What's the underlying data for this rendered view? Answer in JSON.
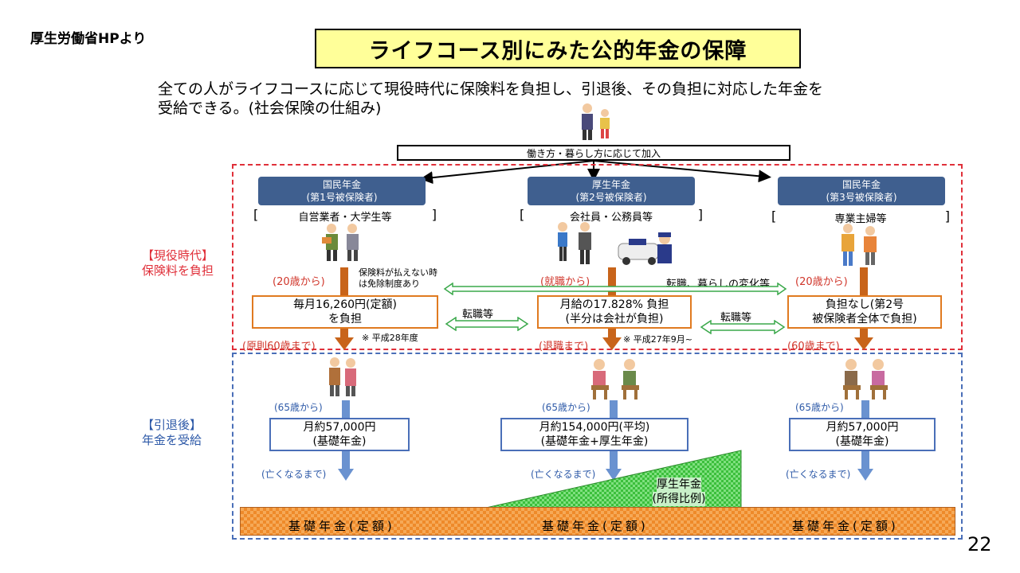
{
  "source_note": "厚生労働省HPより",
  "title": "ライフコース別にみた公的年金の保障",
  "intro": {
    "line1": "全ての人がライフコースに応じて現役時代に保険料を負担し、引退後、その負担に対応した年金を",
    "line2": "受給できる。(社会保険の仕組み)"
  },
  "join_label": "働き方・暮らし方に応じて加入",
  "side_labels": {
    "active_line1": "【現役時代】",
    "active_line2": "保険料を負担",
    "retired_line1": "【引退後】",
    "retired_line2": "年金を受給"
  },
  "columns": [
    {
      "category_line1": "国民年金",
      "category_line2": "(第1号被保険者)",
      "members": "自営業者・大学生等",
      "start_label": "(20歳から)",
      "pay_line1": "毎月16,260円(定額)",
      "pay_line2": "を負担",
      "end_label": "(原則60歳まで)",
      "pension_from": "(65歳から)",
      "pension_line1": "月約57,000円",
      "pension_line2": "(基礎年金)",
      "until_label": "(亡くなるまで)",
      "base_label": "基礎年金(定額)"
    },
    {
      "category_line1": "厚生年金",
      "category_line2": "(第2号被保険者)",
      "members": "会社員・公務員等",
      "start_label": "(就職から)",
      "pay_line1": "月給の17.828% 負担",
      "pay_line2": "(半分は会社が負担)",
      "end_label": "(退職まで)",
      "pension_from": "(65歳から)",
      "pension_line1": "月約154,000円(平均)",
      "pension_line2": "(基礎年金+厚生年金)",
      "until_label": "(亡くなるまで)",
      "base_label": "基礎年金(定額)"
    },
    {
      "category_line1": "国民年金",
      "category_line2": "(第3号被保険者)",
      "members": "専業主婦等",
      "start_label": "(20歳から)",
      "pay_line1": "負担なし(第2号",
      "pay_line2": "被保険者全体で負担)",
      "end_label": "(60歳まで)",
      "pension_from": "(65歳から)",
      "pension_line1": "月約57,000円",
      "pension_line2": "(基礎年金)",
      "until_label": "(亡くなるまで)",
      "base_label": "基礎年金(定額)"
    }
  ],
  "notes": {
    "exemption_line1": "保険料が払えない時",
    "exemption_line2": "は免除制度あり",
    "career_change": "転職、暮らしの変化等",
    "transfer1": "転職等",
    "transfer2": "転職等",
    "fy_note": "※ 平成28年度",
    "sept_note": "※ 平成27年9月~"
  },
  "employee_pension": {
    "line1": "厚生年金",
    "line2": "(所得比例)"
  },
  "page_number": "22",
  "colors": {
    "category_fill": "#3f5f8f",
    "active_border": "#e0303a",
    "retired_border": "#4a6fb8",
    "pay_border": "#e07a20",
    "title_fill": "#ffff99",
    "earnings_fill": "#5fd45f"
  }
}
